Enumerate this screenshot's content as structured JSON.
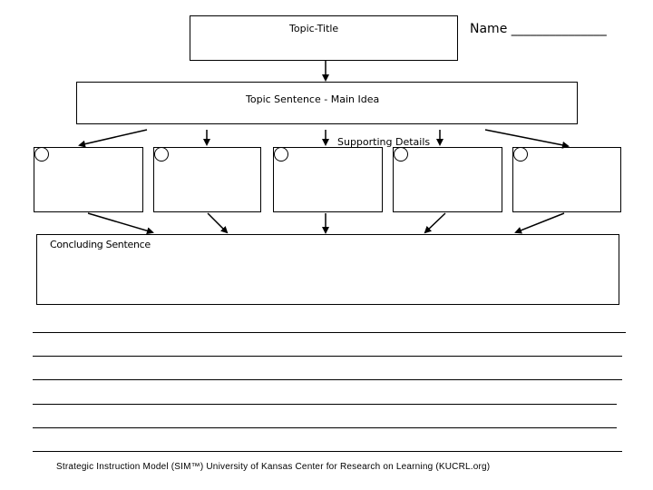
{
  "header": {
    "topic_title_label": "Topic-Title",
    "name_label": "Name _______________"
  },
  "main_idea": {
    "label": "Topic Sentence - Main Idea"
  },
  "supporting": {
    "label": "Supporting Details",
    "box_count": 5
  },
  "concluding": {
    "label": "Concluding Sentence"
  },
  "writing_lines": 6,
  "footer": {
    "text": "Strategic Instruction Model (SIM™) University of Kansas Center for Research on Learning (KUCRL.org)"
  }
}
